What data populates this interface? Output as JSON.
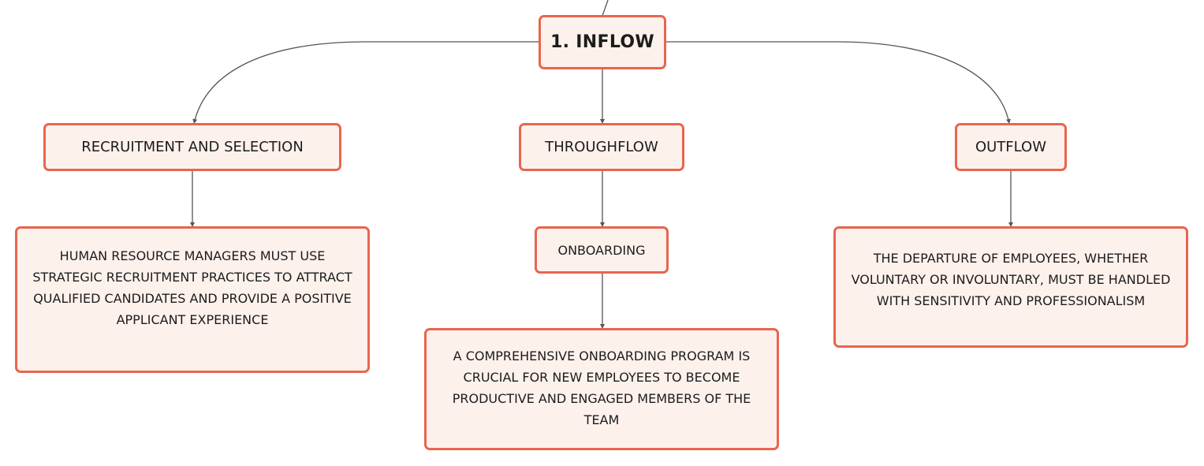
{
  "colors": {
    "node_border": "#e8654f",
    "node_fill": "#fdf1ec",
    "connector": "#555555",
    "text": "#1c1c1c"
  },
  "root": {
    "label": "1. INFLOW"
  },
  "branches": {
    "left": {
      "label": "RECRUITMENT AND SELECTION",
      "detail": "HUMAN RESOURCE MANAGERS MUST USE STRATEGIC RECRUITMENT PRACTICES TO ATTRACT QUALIFIED CANDIDATES AND PROVIDE A POSITIVE APPLICANT EXPERIENCE"
    },
    "center": {
      "label": "THROUGHFLOW",
      "sub_label": "ONBOARDING",
      "detail": "A COMPREHENSIVE ONBOARDING PROGRAM IS CRUCIAL FOR NEW EMPLOYEES TO BECOME PRODUCTIVE AND ENGAGED MEMBERS OF THE TEAM"
    },
    "right": {
      "label": "OUTFLOW",
      "detail": "THE DEPARTURE OF EMPLOYEES, WHETHER VOLUNTARY OR INVOLUNTARY, MUST BE HANDLED WITH SENSITIVITY AND PROFESSIONALISM"
    }
  }
}
